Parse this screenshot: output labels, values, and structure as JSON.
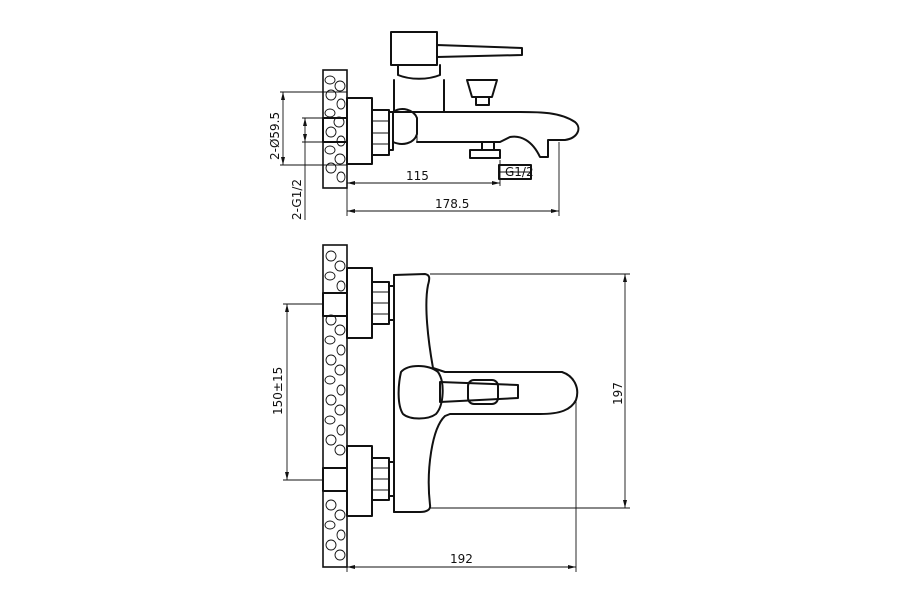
{
  "dimensions": {
    "outlet_length": "115",
    "total_depth": "178.5",
    "flange_diameter": "2-Ø59.5",
    "inlet_thread": "2-G1/2",
    "shower_thread": "G1/2",
    "center_distance": "150±15",
    "width": "192",
    "height": "197"
  }
}
